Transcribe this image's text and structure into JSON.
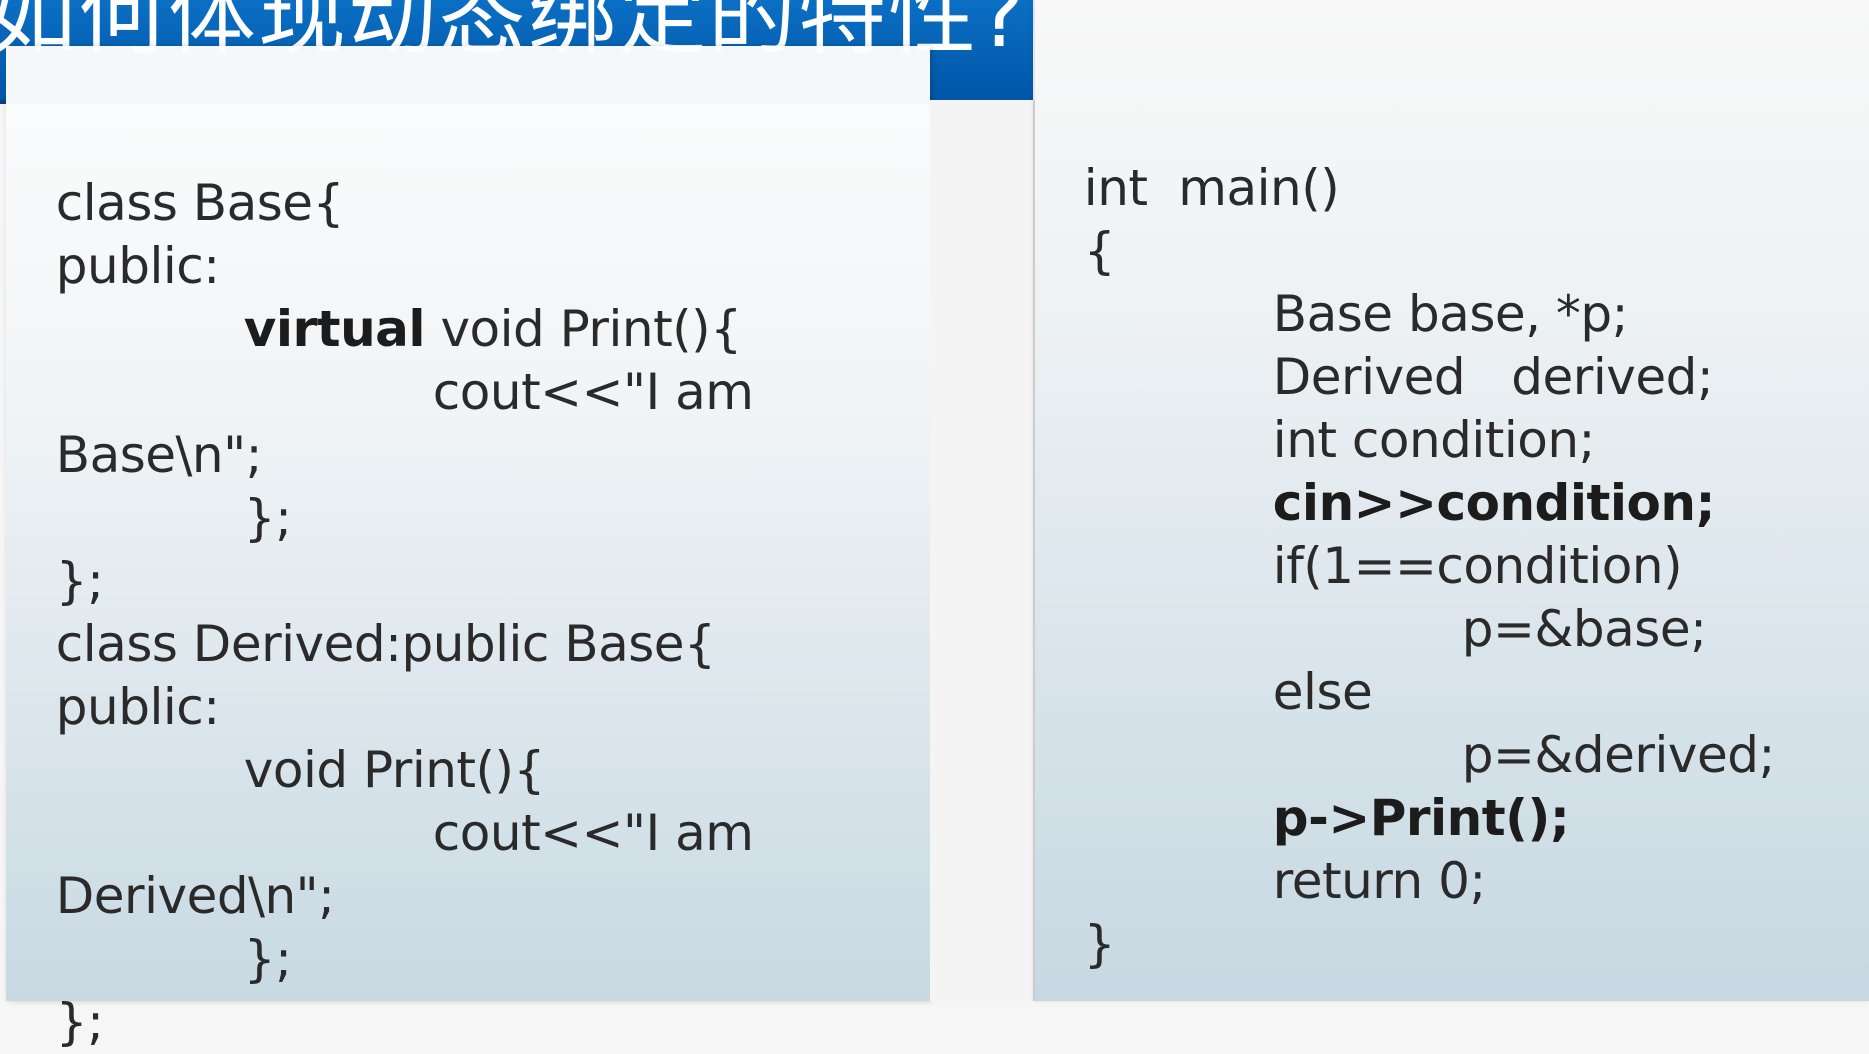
{
  "slide": {
    "title": "如何体现动态绑定的特性?"
  },
  "left_code": [
    {
      "pre": "class Base{",
      "bold": "",
      "post": ""
    },
    {
      "pre": "public:",
      "bold": "",
      "post": ""
    },
    {
      "pre": "",
      "bold": "virtual",
      "post": " void Print(){"
    },
    {
      "pre": "cout<<\"I am",
      "bold": "",
      "post": ""
    },
    {
      "pre": "Base\\n\";",
      "bold": "",
      "post": ""
    },
    {
      "pre": "};",
      "bold": "",
      "post": ""
    },
    {
      "pre": "};",
      "bold": "",
      "post": ""
    },
    {
      "pre": "class Derived:public Base{",
      "bold": "",
      "post": ""
    },
    {
      "pre": "public:",
      "bold": "",
      "post": ""
    },
    {
      "pre": "void Print(){",
      "bold": "",
      "post": ""
    },
    {
      "pre": "cout<<\"I am",
      "bold": "",
      "post": ""
    },
    {
      "pre": "Derived\\n\";",
      "bold": "",
      "post": ""
    },
    {
      "pre": "};",
      "bold": "",
      "post": ""
    },
    {
      "pre": "};",
      "bold": "",
      "post": ""
    }
  ],
  "right_code": [
    {
      "pre": "int  main()",
      "bold": "",
      "post": ""
    },
    {
      "pre": "{",
      "bold": "",
      "post": ""
    },
    {
      "pre": "Base base, *p;",
      "bold": "",
      "post": ""
    },
    {
      "pre": "Derived   derived;",
      "bold": "",
      "post": ""
    },
    {
      "pre": "int condition;",
      "bold": "",
      "post": ""
    },
    {
      "pre": "",
      "bold": "cin>>condition;",
      "post": ""
    },
    {
      "pre": "if(1==condition)",
      "bold": "",
      "post": ""
    },
    {
      "pre": "p=&base;",
      "bold": "",
      "post": ""
    },
    {
      "pre": "else",
      "bold": "",
      "post": ""
    },
    {
      "pre": "p=&derived;",
      "bold": "",
      "post": ""
    },
    {
      "pre": "",
      "bold": "p->Print();",
      "post": ""
    },
    {
      "pre": "return 0;",
      "bold": "",
      "post": ""
    },
    {
      "pre": "}",
      "bold": "",
      "post": ""
    }
  ]
}
